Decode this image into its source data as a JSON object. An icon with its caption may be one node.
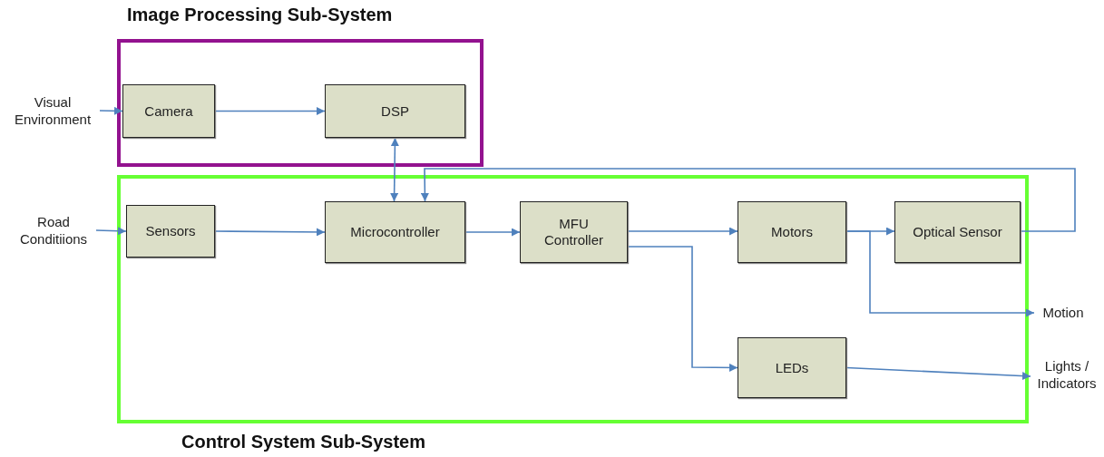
{
  "diagram": {
    "nodes": [
      {
        "text": [
          "Image Processing Sub-System"
        ]
      },
      {
        "text": [
          "Camera"
        ],
        "in": 0
      },
      {
        "text": [
          "DSP"
        ],
        "in": 0
      },
      {
        "text": [
          "Control System Sub-System"
        ]
      },
      {
        "text": [
          "Sensors"
        ],
        "in": 3
      },
      {
        "text": [
          "Microcontroller"
        ],
        "in": 3
      },
      {
        "text": [
          "MFU Controller"
        ],
        "in": 3
      },
      {
        "text": [
          "Motors"
        ],
        "in": 3
      },
      {
        "text": [
          "Optical Sensor"
        ],
        "in": 3
      },
      {
        "text": [
          "LEDs"
        ],
        "in": 3
      },
      {
        "text": [
          "Visual Environment"
        ]
      },
      {
        "text": [
          "Road Conditiions"
        ]
      },
      {
        "text": [
          "Motion"
        ]
      },
      {
        "text": [
          "Lights / Indicators"
        ]
      }
    ],
    "edges": [
      {
        "from": 10,
        "to": 1,
        "arrow": "to"
      },
      {
        "from": 1,
        "to": 2,
        "arrow": "to"
      },
      {
        "from": 2,
        "to": 5,
        "arrow": "both"
      },
      {
        "from": 11,
        "to": 4,
        "arrow": "to"
      },
      {
        "from": 4,
        "to": 5,
        "arrow": "to"
      },
      {
        "from": 5,
        "to": 6,
        "arrow": "to"
      },
      {
        "from": 6,
        "to": 7,
        "arrow": "to"
      },
      {
        "from": 6,
        "to": 9,
        "arrow": "to"
      },
      {
        "from": 7,
        "to": 8,
        "arrow": "to"
      },
      {
        "from": 7,
        "to": 12,
        "arrow": "to"
      },
      {
        "from": 9,
        "to": 13,
        "arrow": "to"
      },
      {
        "from": 8,
        "to": 5,
        "arrow": "to"
      }
    ]
  }
}
